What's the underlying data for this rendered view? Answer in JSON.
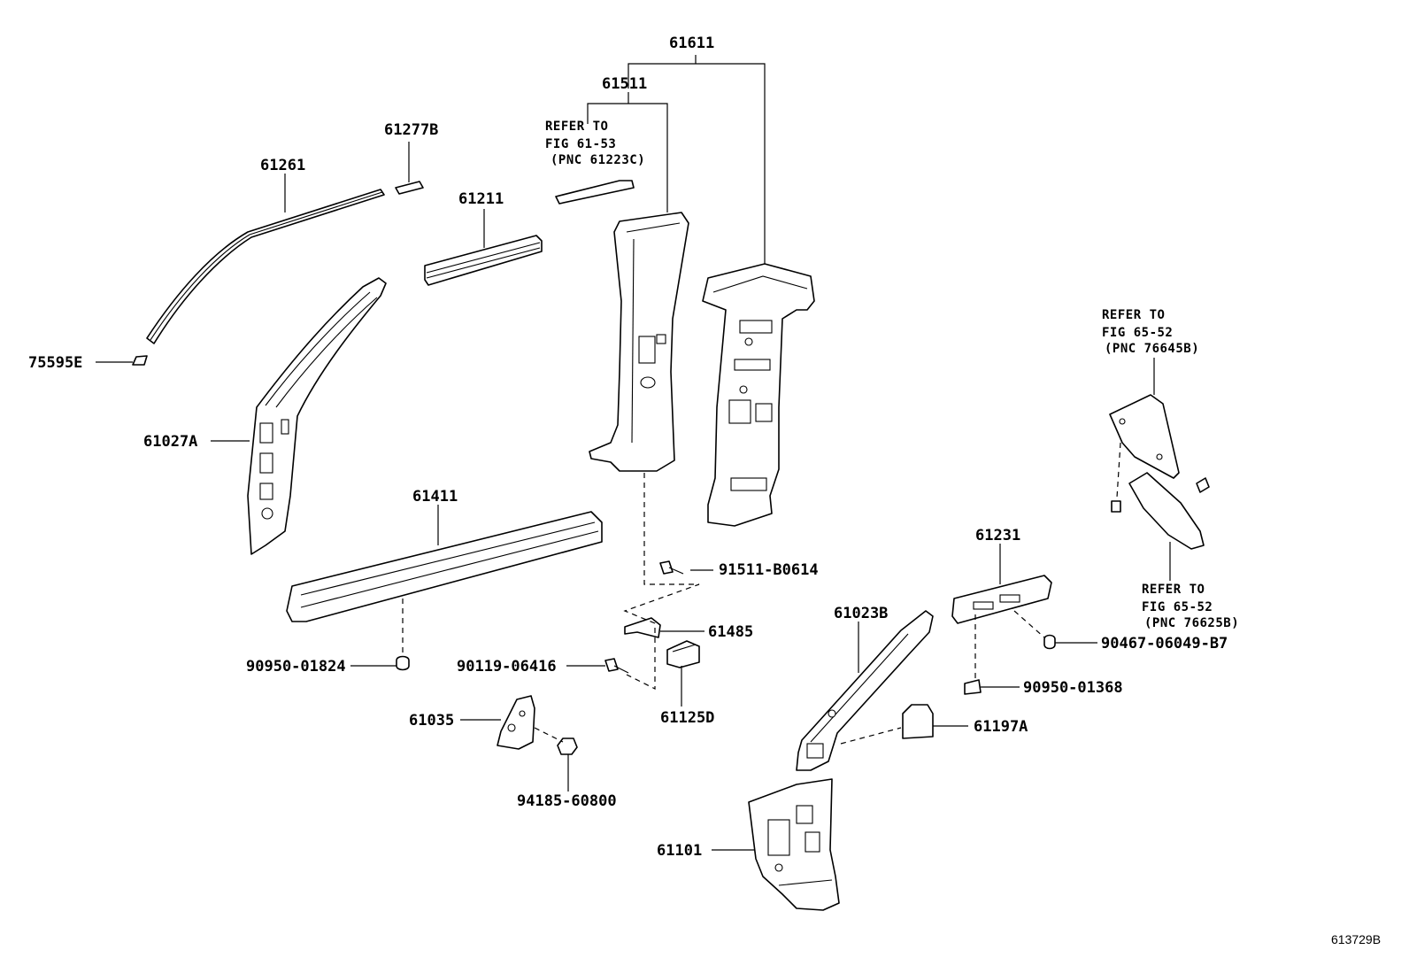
{
  "labels": {
    "p61611": "61611",
    "p61511": "61511",
    "p61277B": "61277B",
    "p61261": "61261",
    "p61211": "61211",
    "p75595E": "75595E",
    "p61027A": "61027A",
    "p61411": "61411",
    "p91511": "91511-B0614",
    "p61485": "61485",
    "p90950a": "90950-01824",
    "p90119": "90119-06416",
    "p61125D": "61125D",
    "p61035": "61035",
    "p94185": "94185-60800",
    "p61231": "61231",
    "p61023B": "61023B",
    "p90467": "90467-06049-B7",
    "p90950b": "90950-01368",
    "p61197A": "61197A",
    "p61101": "61101"
  },
  "notes": {
    "refer_61223c": [
      "REFER TO",
      "FIG 61-53",
      "(PNC 61223C)"
    ],
    "refer_76645b": [
      "REFER TO",
      "FIG 65-52",
      "(PNC 76645B)"
    ],
    "refer_76625b": [
      "REFER TO",
      "FIG 65-52",
      "(PNC 76625B)"
    ]
  },
  "figure_id": "613729B"
}
